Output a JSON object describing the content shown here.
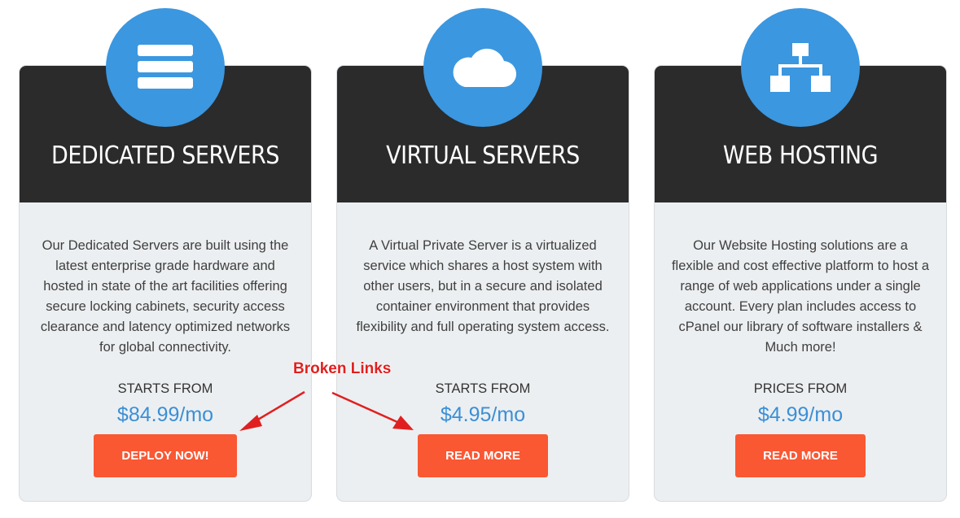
{
  "colors": {
    "header_bg": "#2b2b2b",
    "card_bg": "#eceff1",
    "icon_circle": "#3b97e0",
    "price": "#3b8fd6",
    "button": "#fa5733",
    "annotation": "#e02020"
  },
  "cards": [
    {
      "icon": "server-stack-icon",
      "title": "DEDICATED SERVERS",
      "description": "Our Dedicated Servers are built using the latest enterprise grade hardware and hosted in state of the art facilities offering secure locking cabinets, security access clearance and latency optimized networks for global connectivity.",
      "from_label": "STARTS FROM",
      "price": "$84.99/mo",
      "button": "DEPLOY NOW!"
    },
    {
      "icon": "cloud-icon",
      "title": "VIRTUAL SERVERS",
      "description": "A Virtual Private Server is a virtualized service which shares a host system with other users, but in a secure and isolated container environment that provides flexibility and full operating system access.",
      "from_label": "STARTS FROM",
      "price": "$4.95/mo",
      "button": "READ MORE"
    },
    {
      "icon": "sitemap-icon",
      "title": "WEB HOSTING",
      "description": "Our Website Hosting solutions are a flexible and cost effective platform to host a range of web applications under a single account. Every plan includes access to cPanel our library of software installers & Much more!",
      "from_label": "PRICES FROM",
      "price": "$4.99/mo",
      "button": "READ MORE"
    }
  ],
  "annotation": {
    "label": "Broken Links"
  }
}
